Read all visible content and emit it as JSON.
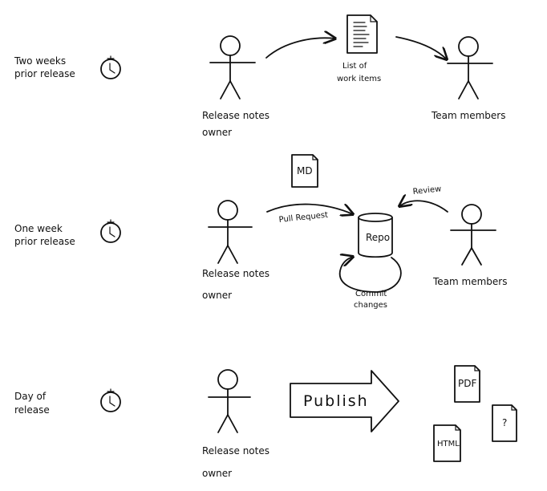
{
  "colors": {
    "ink": "#111111",
    "background": "#ffffff"
  },
  "rows": [
    {
      "time_line1": "Two weeks",
      "time_line2": "prior release",
      "actor_line1": "Release notes",
      "actor_line2": "owner",
      "doc_line1": "List of",
      "doc_line2": "work items",
      "team": "Team members"
    },
    {
      "time_line1": "One week",
      "time_line2": "prior release",
      "actor_line1": "Release notes",
      "actor_line2": "owner",
      "md_doc": "MD",
      "pull_request": "Pull Request",
      "repo": "Repo",
      "review": "Review",
      "commit_line1": "Commit",
      "commit_line2": "changes",
      "team": "Team members"
    },
    {
      "time_line1": "Day of",
      "time_line2": "release",
      "actor_line1": "Release notes",
      "actor_line2": "owner",
      "publish": "Publish",
      "outputs": [
        "PDF",
        "?",
        "HTML"
      ]
    }
  ],
  "icons": [
    "clock-icon",
    "stick-figure-icon",
    "document-icon",
    "database-icon",
    "arrow-icon"
  ]
}
